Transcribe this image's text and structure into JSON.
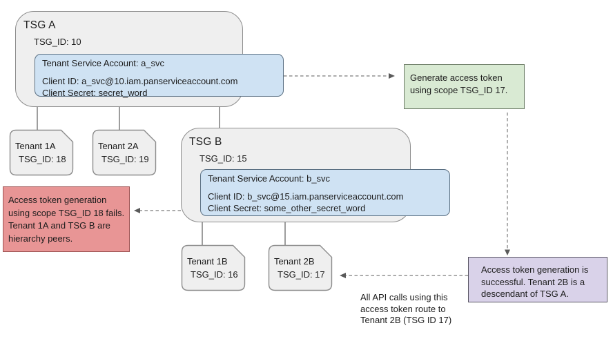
{
  "diagram": {
    "tsg_a": {
      "title": "TSG A",
      "id": "TSG_ID: 10",
      "account": {
        "title": "Tenant Service Account: a_svc",
        "client_id": "Client ID: a_svc@10.iam.panserviceaccount.com",
        "client_secret": "Client Secret: secret_word"
      }
    },
    "tsg_b": {
      "title": "TSG B",
      "id": "TSG_ID: 15",
      "account": {
        "title": "Tenant Service Account: b_svc",
        "client_id": "Client ID: b_svc@15.iam.panserviceaccount.com",
        "client_secret": "Client Secret: some_other_secret_word"
      }
    },
    "tenant_1a": {
      "name": "Tenant 1A",
      "id": "TSG_ID: 18"
    },
    "tenant_2a": {
      "name": "Tenant 2A",
      "id": "TSG_ID: 19"
    },
    "tenant_1b": {
      "name": "Tenant 1B",
      "id": "TSG_ID: 16"
    },
    "tenant_2b": {
      "name": "Tenant 2B",
      "id": "TSG_ID: 17"
    },
    "notes": {
      "generate_token": "Generate access token using scope TSG_ID 17.",
      "token_fail": "Access token generation using scope TSG_ID 18 fails. Tenant 1A and TSG B are hierarchy peers.",
      "token_success": "Access token generation is successful. Tenant 2B is a descendant of TSG A.",
      "api_route": "All API calls using this access token route to Tenant 2B (TSG ID 17)"
    },
    "colors": {
      "tsg_fill": "#efefef",
      "tsg_border": "#8c8c8c",
      "account_fill": "#cfe2f3",
      "account_border": "#5b7083",
      "note_green_fill": "#d9ead3",
      "note_green_border": "#6a7a64",
      "note_red_fill": "#e89595",
      "note_red_border": "#9b5151",
      "note_purple_fill": "#d9d2e9",
      "note_purple_border": "#565360",
      "connector": "#5c5c5c"
    }
  }
}
